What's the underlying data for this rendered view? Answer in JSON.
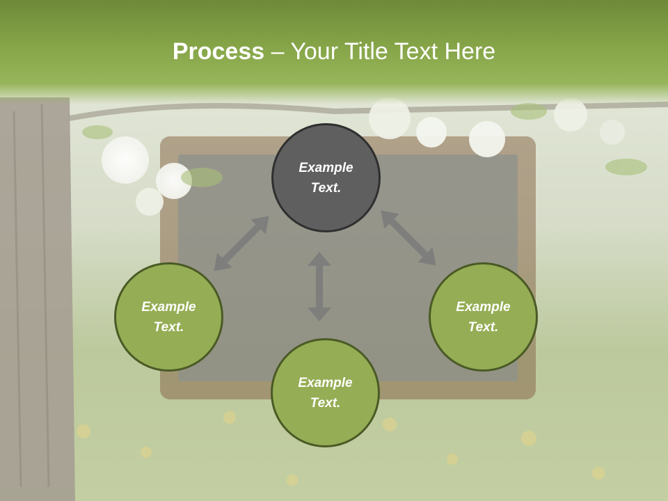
{
  "slide": {
    "title_bold": "Process",
    "title_rest": " – Your Title Text Here",
    "colors": {
      "dark_node": "#5f5f5f",
      "green_node": "#95ad54",
      "arrow": "#7c7c7c",
      "title_band": "#86a548"
    }
  },
  "nodes": [
    {
      "id": "top",
      "line1": "Example",
      "line2": "Text."
    },
    {
      "id": "left",
      "line1": "Example",
      "line2": "Text."
    },
    {
      "id": "right",
      "line1": "Example",
      "line2": "Text."
    },
    {
      "id": "bottom",
      "line1": "Example",
      "line2": "Text."
    }
  ]
}
